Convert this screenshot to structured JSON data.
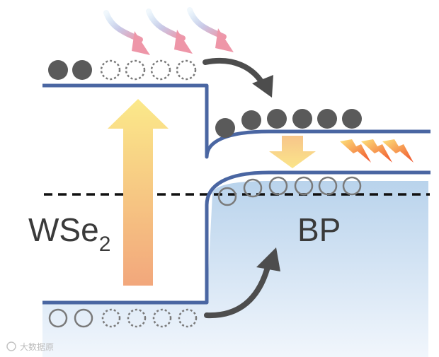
{
  "labels": {
    "left_material": "WSe",
    "left_subscript": "2",
    "right_material": "BP"
  },
  "watermark": "大数据原",
  "colors": {
    "band": "#4a66a2",
    "electron": "#5a5a5a",
    "hole": "#7a7a7a",
    "arrow_dark": "#4d4d4d",
    "bp_fill_top": "#b9d3ec",
    "bp_fill_bottom": "#f1f6fc",
    "fermi": "#111111",
    "excite_top": "#fbe98a",
    "excite_bottom": "#f2a77c",
    "light_start": "#b7d9f2",
    "light_end": "#ee96a8",
    "bolt": "#f36c2a"
  },
  "icons": [
    "light-arrow-icon",
    "lightning-bolt-icon",
    "excitation-arrow-icon",
    "transfer-arrow-icon"
  ]
}
